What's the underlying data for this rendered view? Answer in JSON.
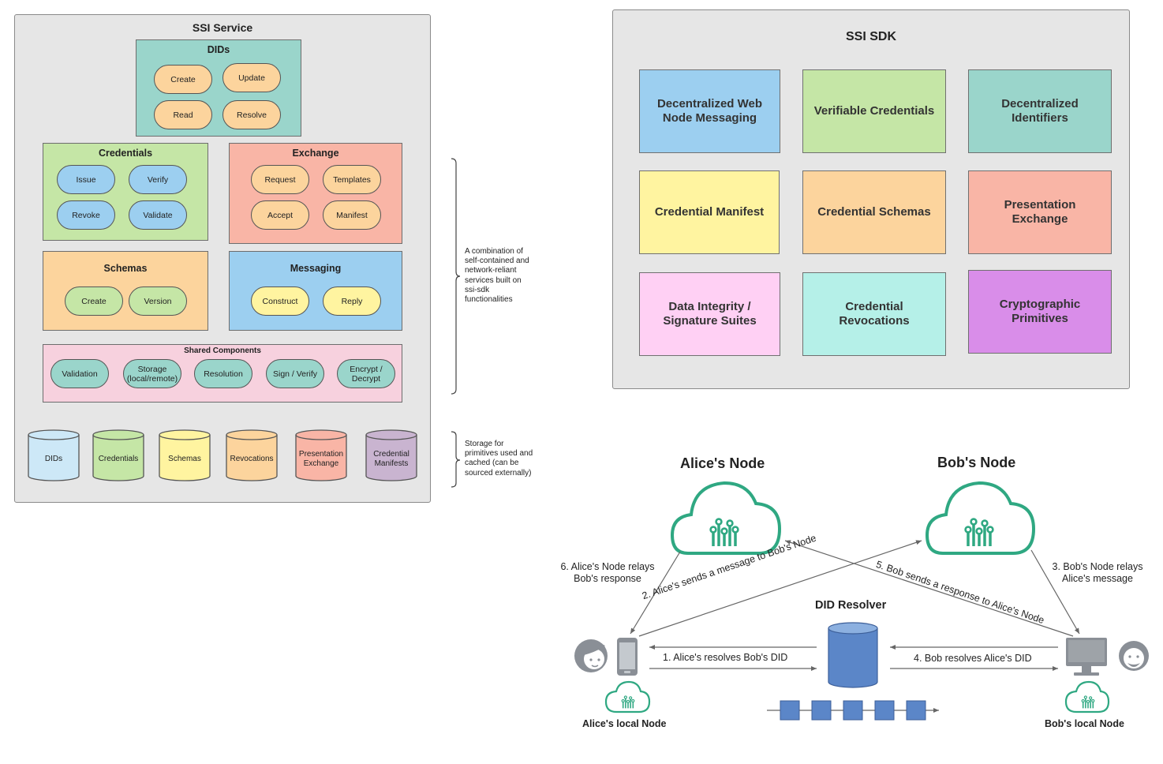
{
  "ssi_service": {
    "title": "SSI Service",
    "dids": {
      "title": "DIDs",
      "items": [
        "Create",
        "Update",
        "Read",
        "Resolve"
      ]
    },
    "credentials": {
      "title": "Credentials",
      "items": [
        "Issue",
        "Verify",
        "Revoke",
        "Validate"
      ]
    },
    "exchange": {
      "title": "Exchange",
      "items": [
        "Request",
        "Templates",
        "Accept",
        "Manifest"
      ]
    },
    "schemas": {
      "title": "Schemas",
      "items": [
        "Create",
        "Version"
      ]
    },
    "messaging": {
      "title": "Messaging",
      "items": [
        "Construct",
        "Reply"
      ]
    },
    "shared": {
      "title": "Shared Components",
      "items": [
        "Validation",
        "Storage\n(local/remote)",
        "Resolution",
        "Sign / Verify",
        "Encrypt /\nDecrypt"
      ]
    },
    "storage": [
      "DIDs",
      "Credentials",
      "Schemas",
      "Revocations",
      "Presentation\nExchange",
      "Credential\nManifests"
    ]
  },
  "notes": {
    "combination": "A combination of\nself-contained and\nnetwork-reliant\nservices built on\nssi-sdk\nfunctionalities",
    "storage": "Storage for\nprimitives used and\ncached (can be\nsourced externally)"
  },
  "ssi_sdk": {
    "title": "SSI SDK",
    "items": [
      "Decentralized Web\nNode Messaging",
      "Verifiable Credentials",
      "Decentralized\nIdentifiers",
      "Credential Manifest",
      "Credential Schemas",
      "Presentation Exchange",
      "Data Integrity /\nSignature Suites",
      "Credential Revocations",
      "Cryptographic\nPrimitives"
    ]
  },
  "network": {
    "alice_node": "Alice's Node",
    "bob_node": "Bob's Node",
    "resolver": "DID Resolver",
    "step1": "1. Alice's resolves Bob's DID",
    "step2": "2. Alice's sends a message to Bob's Node",
    "step3": "3. Bob's Node relays\nAlice's message",
    "step4": "4. Bob resolves Alice's DID",
    "step5": "5. Bob sends a response to Alice's Node",
    "step6": "6. Alice's Node relays\nBob's response",
    "alice_local": "Alice's local Node",
    "bob_local": "Bob's local Node"
  },
  "colors": {
    "teal": "#9ad5cb",
    "green": "#c5e6a6",
    "salmon": "#f9b5a6",
    "orange": "#fcd49d",
    "blue": "#9ccff0",
    "pink": "#f7d1de",
    "yellow": "#fff4a0",
    "mint": "#b5f0e8",
    "lightpink": "#ffd0f4",
    "purple": "#d98de9",
    "purplegrey": "#c9b4d0",
    "node_green": "#2fa882",
    "resolver_blue": "#5b86c8"
  }
}
